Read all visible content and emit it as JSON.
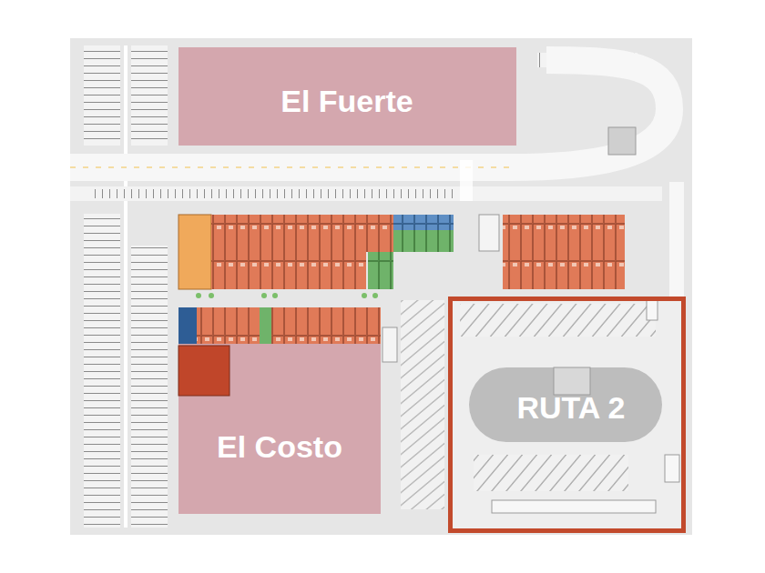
{
  "diagram": {
    "nodes": [
      {
        "text": [
          "El Fuerte"
        ]
      },
      {
        "text": [
          "El Costo"
        ]
      },
      {
        "text": [
          "RUTA 2"
        ]
      }
    ]
  }
}
